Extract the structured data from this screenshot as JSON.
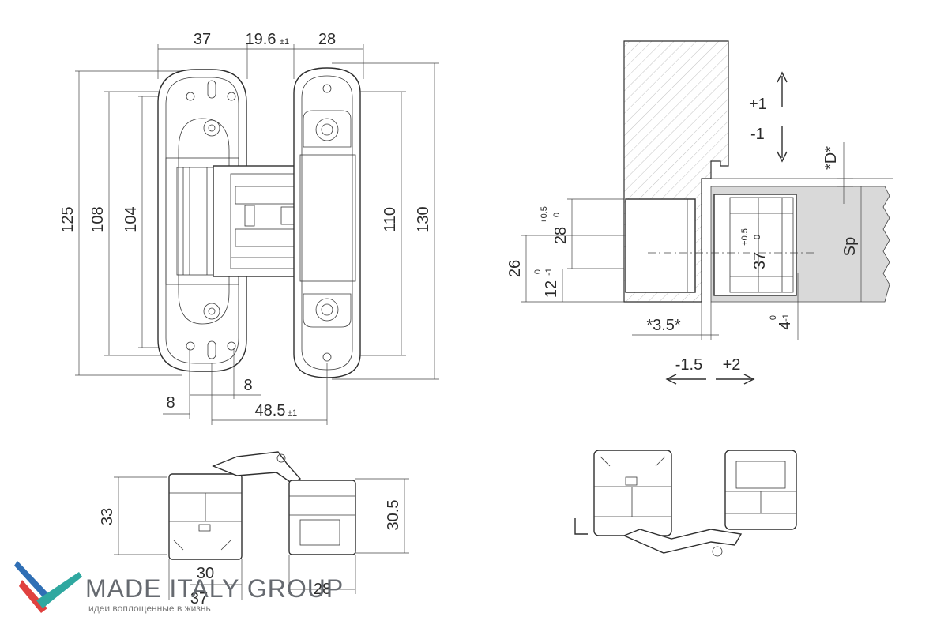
{
  "front_view": {
    "dim_top_left": "37",
    "dim_top_mid": "19.6",
    "dim_top_mid_tol": "±1",
    "dim_top_right": "28",
    "dim_height_outer": "125",
    "dim_height_108": "108",
    "dim_height_104": "104",
    "dim_height_110": "110",
    "dim_height_130": "130",
    "dim_bottom_8a": "8",
    "dim_bottom_8b": "8",
    "dim_bottom_48": "48.5",
    "dim_bottom_48_tol": "±1"
  },
  "section_view": {
    "plus1": "+1",
    "minus1": "-1",
    "d_label": "*D*",
    "dim_28": "28",
    "dim_28_tol_top": "+0.5",
    "dim_28_tol_bot": "0",
    "dim_26": "26",
    "dim_12": "12",
    "dim_12_tol_top": "0",
    "dim_12_tol_bot": "-1",
    "dim_37": "37",
    "dim_37_tol_top": "+0.5",
    "dim_37_tol_bot": "0",
    "sp": "Sp",
    "dim_35": "*3.5*",
    "dim_4": "4",
    "dim_4_tol_top": "0",
    "dim_4_tol_bot": "-1",
    "minus15": "-1.5",
    "plus2": "+2"
  },
  "bottom_view": {
    "dim_33": "33",
    "dim_305": "30.5",
    "dim_30": "30",
    "dim_37": "37",
    "dim_28": "28"
  },
  "brand": {
    "name": "MADE ITALY GROUP",
    "tagline": "идеи воплощенные в жизнь",
    "colors": {
      "red": "#e0413f",
      "blue": "#2f6fb5",
      "teal": "#2fa8a0",
      "gray": "#666a70"
    }
  }
}
